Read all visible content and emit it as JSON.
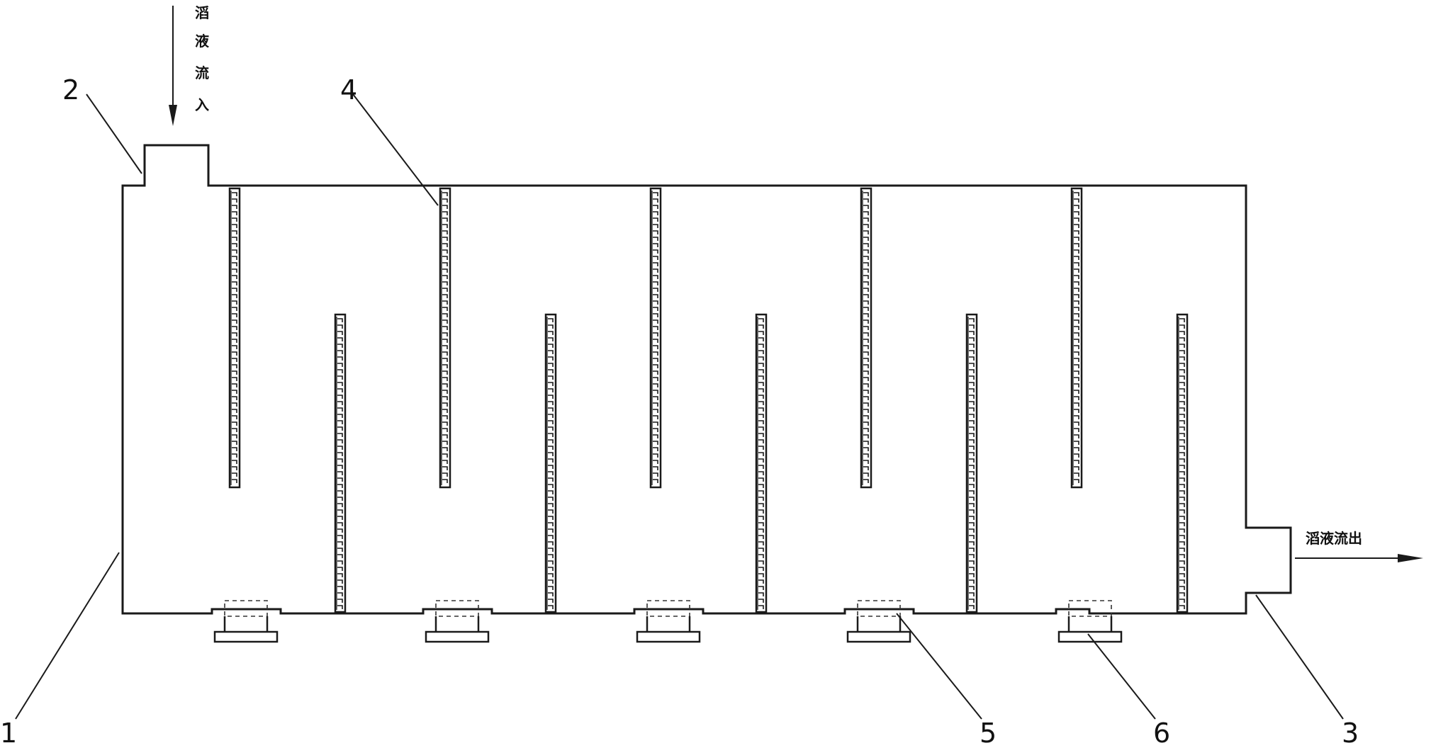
{
  "labels": {
    "part_1": "1",
    "part_2": "2",
    "part_3": "3",
    "part_4": "4",
    "part_5": "5",
    "part_6": "6"
  },
  "annotations": {
    "inflow_chars": [
      "滔",
      "液",
      "流",
      "入"
    ],
    "outflow_text": "滔液流出"
  },
  "baffles": {
    "top_hung_count": 5,
    "bottom_standing_count": 5
  },
  "drain_outlets_count": 5,
  "colors": {
    "line": "#1a1a1a",
    "background": "#ffffff"
  }
}
